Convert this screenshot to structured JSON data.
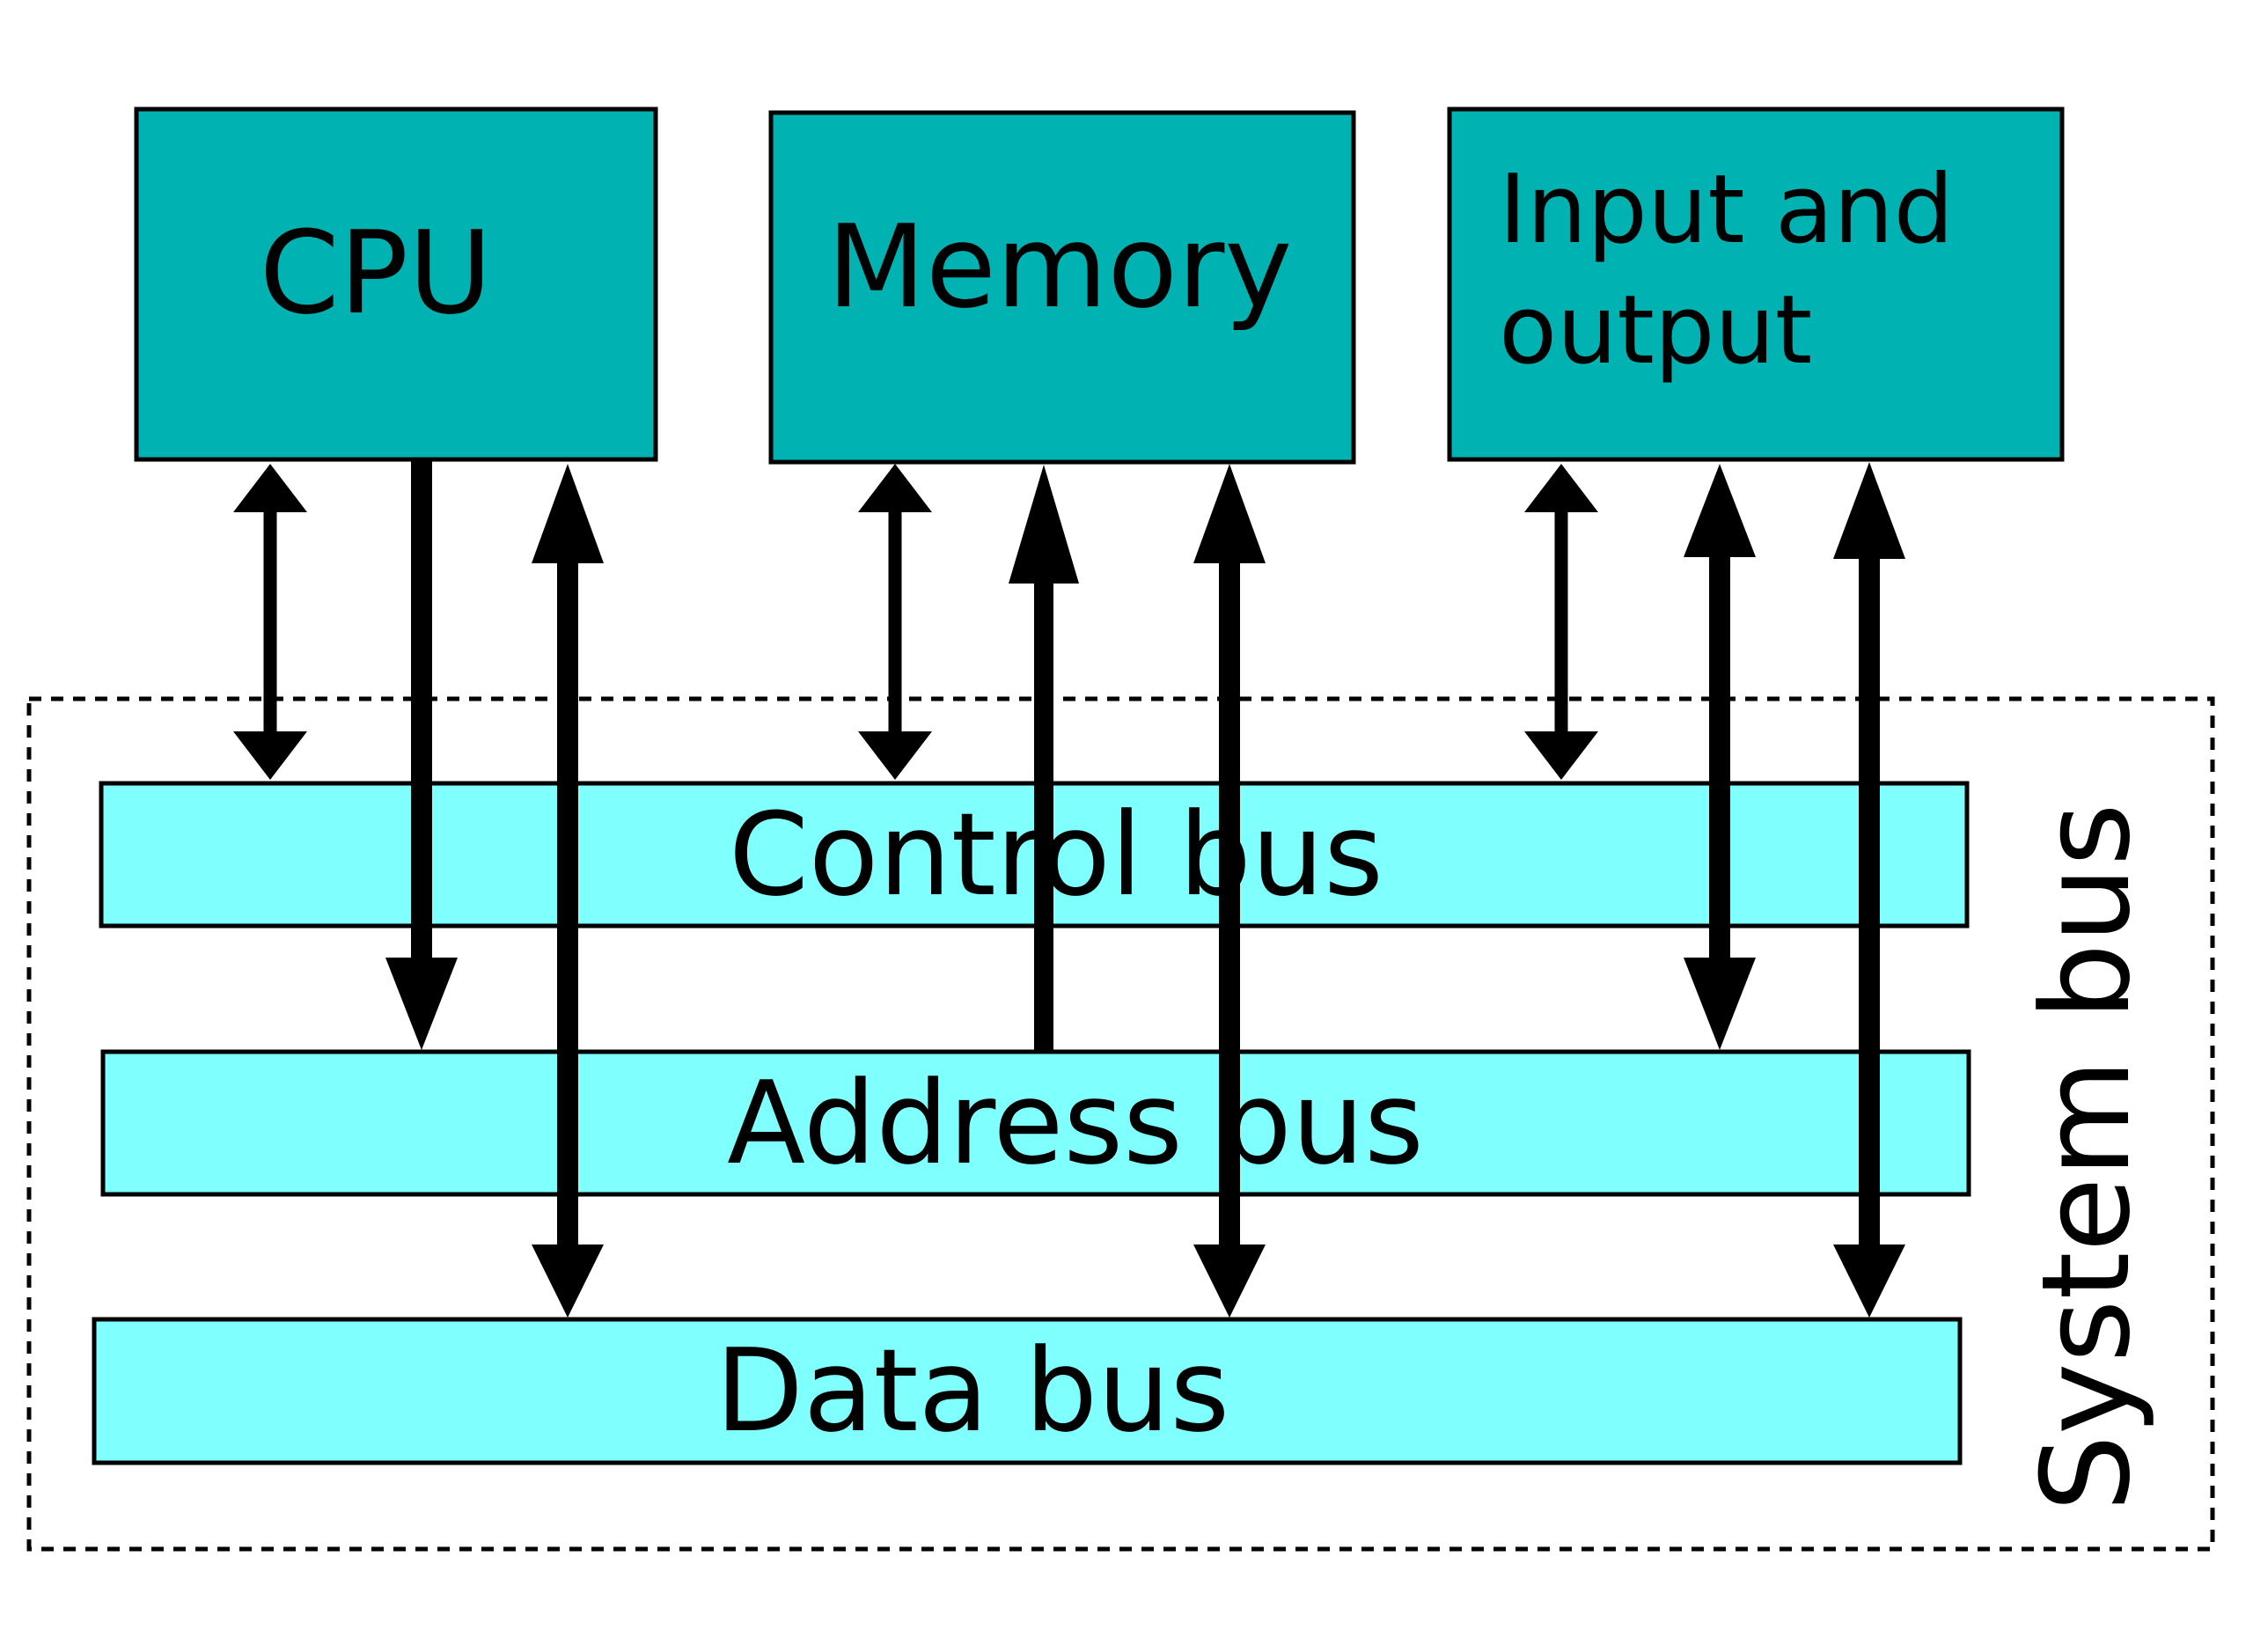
{
  "components": {
    "cpu": "CPU",
    "memory": "Memory",
    "io_line1": "Input and",
    "io_line2": "output"
  },
  "buses": {
    "control": "Control bus",
    "address": "Address bus",
    "data": "Data bus",
    "system": "System bus"
  },
  "colors": {
    "component_fill": "#00B2B2",
    "bus_fill": "#80FFFF",
    "stroke": "#000000"
  }
}
